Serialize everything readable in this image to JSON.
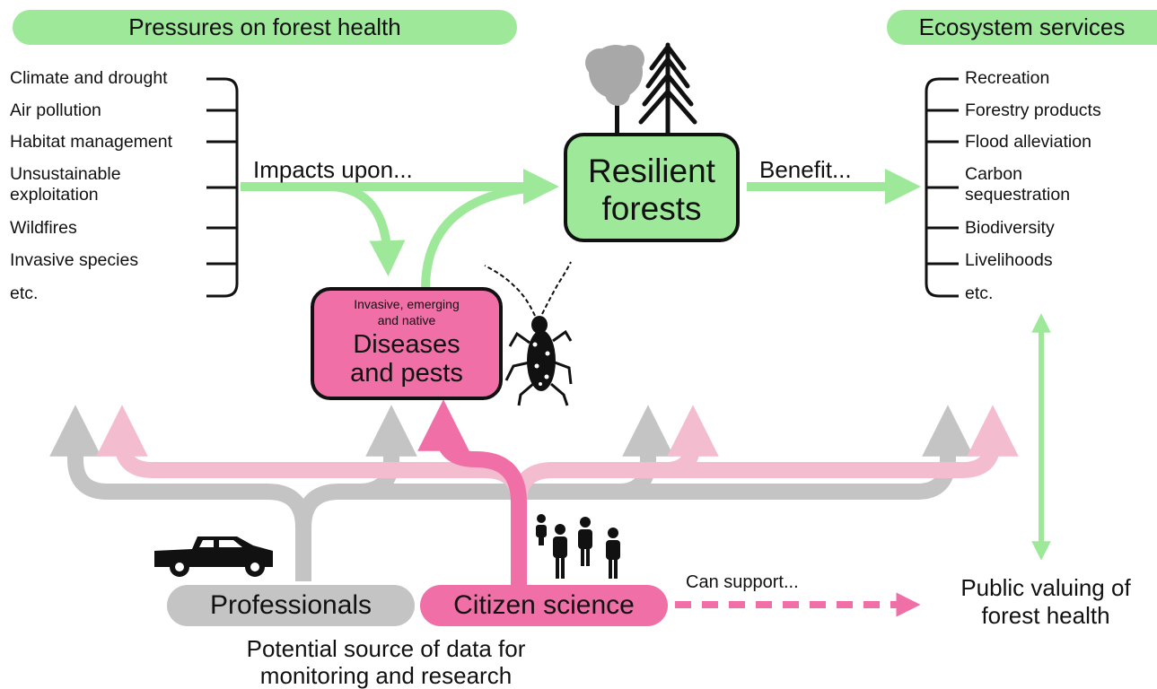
{
  "headers": {
    "pressures": "Pressures on forest health",
    "services": "Ecosystem services"
  },
  "pressures": [
    "Climate and drought",
    "Air pollution",
    "Habitat management",
    "Unsustainable",
    "exploitation",
    "Wildfires",
    "Invasive species",
    "etc."
  ],
  "services": [
    "Recreation",
    "Forestry products",
    "Flood alleviation",
    "Carbon",
    "sequestration",
    "Biodiversity",
    "Livelihoods",
    "etc."
  ],
  "flow_labels": {
    "impacts": "Impacts upon...",
    "benefit": "Benefit...",
    "can_support": "Can support..."
  },
  "resilient": [
    "Resilient",
    "forests"
  ],
  "diseases": {
    "small": [
      "Invasive, emerging",
      "and native"
    ],
    "big": [
      "Diseases",
      "and pests"
    ]
  },
  "sources": {
    "professionals": "Professionals",
    "citizen": "Citizen science"
  },
  "public_valuing": [
    "Public valuing of",
    "forest health"
  ],
  "data_source": [
    "Potential source of data for",
    "monitoring and research"
  ],
  "colors": {
    "green": "#9ee89a",
    "green_dark": "#7fd77a",
    "pink": "#f06fa7",
    "pink_light": "#f4bccf",
    "grey": "#c4c4c4"
  },
  "icons": [
    "deciduous-tree-icon",
    "conifer-tree-icon",
    "beetle-icon",
    "pickup-truck-icon",
    "people-icon"
  ]
}
